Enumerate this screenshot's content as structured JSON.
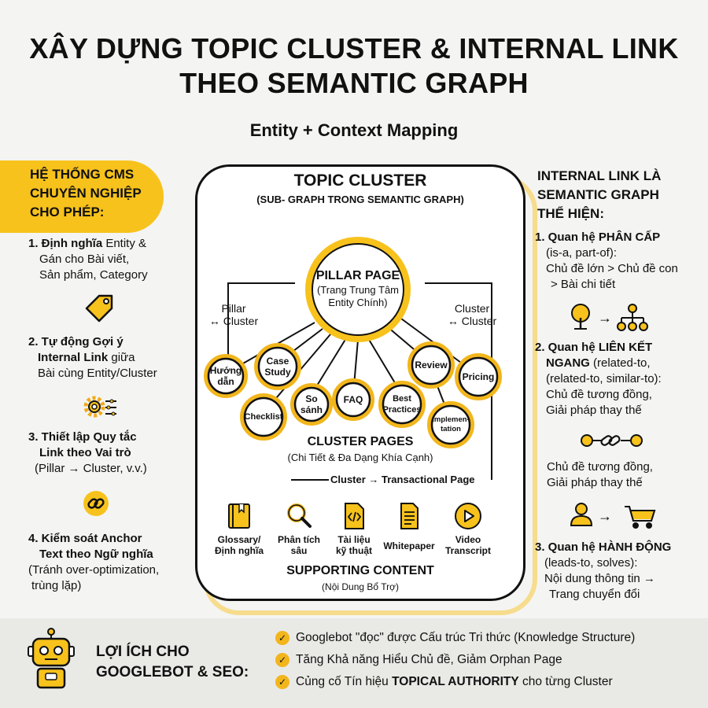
{
  "title": {
    "line1": "XÂY DỰNG TOPIC CLUSTER & INTERNAL LINK",
    "line2": "THEO SEMANTIC GRAPH",
    "subtitle": "Entity + Context Mapping"
  },
  "left": {
    "header": [
      "HỆ THỐNG CMS",
      "CHUYÊN NGHIỆP",
      "CHO PHÉP:"
    ],
    "items": [
      {
        "bold": "1. Định nghĩa",
        "rest1": " Entity &",
        "line2": "Gán cho Bài viết,",
        "line3": "Sản phẩm, Category"
      },
      {
        "bold": "2. Tự động Gợi ý",
        "line2_bold": "Internal Link",
        "line2_rest": " giữa",
        "line3": "Bài cùng Entity/Cluster"
      },
      {
        "bold": "3. Thiết lập Quy tắc",
        "line2_bold": "Link theo Vai trò",
        "line3": "(Pillar → Cluster, v.v.)"
      },
      {
        "bold": "4. Kiểm soát Anchor",
        "line2_bold": "Text theo Ngữ nghĩa",
        "line3": "(Tránh over-optimization,",
        "line4": "trùng lặp)"
      }
    ],
    "icons": [
      "tag-icon",
      "gear-icon",
      "link-icon"
    ]
  },
  "center": {
    "title": "TOPIC CLUSTER",
    "subtitle": "(SUB- GRAPH TRONG SEMANTIC GRAPH)",
    "pillar": {
      "title": "PILLAR PAGE",
      "sub1": "(Trang Trung Tâm",
      "sub2": "Entity Chính)"
    },
    "left_relation": [
      "Pillar",
      "↔ Cluster"
    ],
    "right_relation": [
      "Cluster",
      "↔ Cluster"
    ],
    "nodes": [
      {
        "l1": "Hướng",
        "l2": "dẫn"
      },
      {
        "l1": "Case",
        "l2": "Study"
      },
      {
        "l1": "Checklist",
        "l2": ""
      },
      {
        "l1": "So",
        "l2": "sánh"
      },
      {
        "l1": "FAQ",
        "l2": ""
      },
      {
        "l1": "Best",
        "l2": "Practices"
      },
      {
        "l1": "Review",
        "l2": ""
      },
      {
        "l1": "Pricing",
        "l2": ""
      },
      {
        "l1": "Implemen-",
        "l2": "tation"
      }
    ],
    "cluster_pages": {
      "title": "CLUSTER PAGES",
      "sub": "(Chi Tiết & Đa Dạng Khía Cạnh)"
    },
    "flow": "Cluster → Transactional Page",
    "supporting": [
      {
        "icon": "book-icon",
        "l1": "Glossary/",
        "l2": "Định nghĩa"
      },
      {
        "icon": "magnifier-icon",
        "l1": "Phân tích",
        "l2": "sâu"
      },
      {
        "icon": "code-doc-icon",
        "l1": "Tài liệu",
        "l2": "kỹ thuật"
      },
      {
        "icon": "document-icon",
        "l1": "Whitepaper",
        "l2": ""
      },
      {
        "icon": "play-icon",
        "l1": "Video",
        "l2": "Transcript"
      }
    ],
    "supporting_title": "SUPPORTING CONTENT",
    "supporting_sub": "(Nội Dung Bổ Trợ)"
  },
  "right": {
    "header": [
      "INTERNAL LINK LÀ",
      "SEMANTIC GRAPH",
      "THỂ HIỆN:"
    ],
    "rel1": {
      "bold": "1. Quan hệ PHÂN CẤP",
      "l2": "(is-a, part-of):",
      "l3": "Chủ đề lớn > Chủ đề con",
      "l4": "> Bài chi tiết"
    },
    "rel2": {
      "bold": "2. Quan hệ LIÊN KẾT",
      "bold2": "NGANG",
      "rest2": " (related-to,",
      "l3": "(related-to, similar-to):",
      "l4": "Chủ đề tương đồng,",
      "l5": "Giải pháp thay thế"
    },
    "rel2_extra": {
      "l1": "Chủ đề tương đồng,",
      "l2": "Giải pháp thay thế"
    },
    "rel3": {
      "bold": "3. Quan hệ HÀNH ĐỘNG",
      "l2": "(leads-to, solves):",
      "l3": "Nội dung thông tin →",
      "l4": "Trang chuyển đổi"
    },
    "arrow": "→",
    "icons": [
      "tree-icon",
      "hierarchy-icon",
      "chain-link-icon",
      "user-icon",
      "cart-icon"
    ]
  },
  "footer": {
    "title": [
      "LỢI ÍCH CHO",
      "GOOGLEBOT & SEO:"
    ],
    "items": [
      {
        "text": "Googlebot \"đọc\" được Cấu trúc Tri thức (Knowledge Structure)",
        "bold": ""
      },
      {
        "text": "Tăng Khả năng Hiểu Chủ đề, Giảm Orphan Page",
        "bold": ""
      },
      {
        "pre": "Củng cố Tín hiệu ",
        "bold": "TOPICAL AUTHORITY",
        "post": " cho từng Cluster"
      }
    ],
    "check": "✓"
  },
  "colors": {
    "accent": "#f7c21c",
    "node_fill": "#fff",
    "ring": "#f2b61c"
  }
}
